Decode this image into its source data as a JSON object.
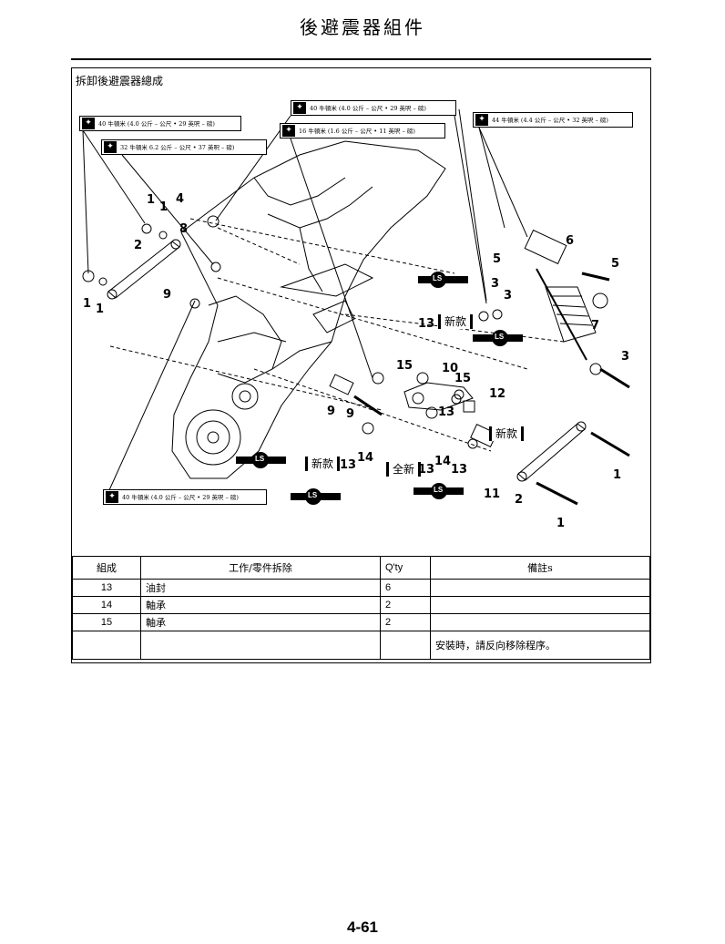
{
  "header": {
    "title": "後避震器組件"
  },
  "section": {
    "heading": "拆卸後避震器總成"
  },
  "torque_specs": [
    {
      "id": "t1",
      "text": "40 牛頓米 (4.0 公斤 – 公尺 • 29 英呎 – 磅)"
    },
    {
      "id": "t2",
      "text": "32 牛頓米 6.2 公斤 – 公尺 • 37 英呎 – 磅)"
    },
    {
      "id": "t3",
      "text": "40 牛頓米 (4.0 公斤 – 公尺 • 29 英呎 – 磅)"
    },
    {
      "id": "t4",
      "text": "16 牛頓米 (1.6 公斤 – 公尺 • 11 英呎 – 磅)"
    },
    {
      "id": "t5",
      "text": "44 牛頓米 (4.4 公斤 – 公尺 • 32 英呎 – 磅)"
    },
    {
      "id": "t6",
      "text": "40 牛頓米 (4.0 公斤 – 公尺 • 29 英呎 – 磅)"
    }
  ],
  "lube_symbol": "LS",
  "tags": {
    "new": "新款",
    "all_new": "全新"
  },
  "callouts": [
    "1",
    "1",
    "4",
    "8",
    "2",
    "1",
    "1",
    "9",
    "5",
    "6",
    "5",
    "3",
    "3",
    "7",
    "13",
    "3",
    "15",
    "10",
    "15",
    "12",
    "9",
    "9",
    "13",
    "13",
    "14",
    "13",
    "14",
    "13",
    "11",
    "2",
    "1",
    "1"
  ],
  "table": {
    "headers": {
      "order": "組成",
      "job": "工作/零件拆除",
      "qty": "Q'ty",
      "remarks": "備註s"
    },
    "rows": [
      {
        "order": "13",
        "job": "油封",
        "qty": "6",
        "remarks": ""
      },
      {
        "order": "14",
        "job": "軸承",
        "qty": "2",
        "remarks": ""
      },
      {
        "order": "15",
        "job": "軸承",
        "qty": "2",
        "remarks": ""
      },
      {
        "order": "",
        "job": "",
        "qty": "",
        "remarks": "安裝時，請反向移除程序。"
      }
    ]
  },
  "footer": {
    "page_number": "4-61"
  }
}
